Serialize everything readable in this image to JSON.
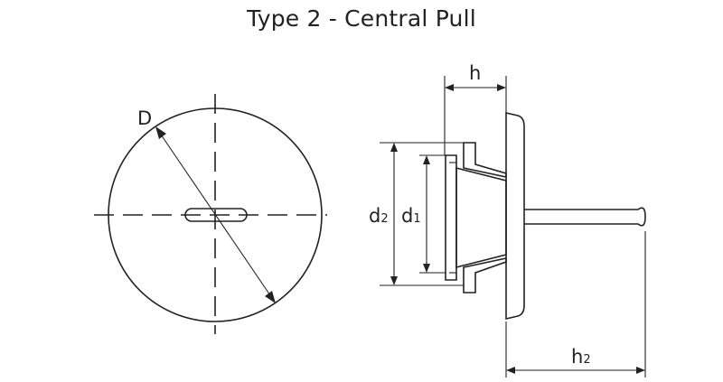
{
  "title": "Type 2 - Central Pull",
  "labels": {
    "diameter": "D",
    "height": "h",
    "outer_diameter": {
      "main": "d",
      "sub": "2"
    },
    "inner_diameter": {
      "main": "d",
      "sub": "1"
    },
    "pull_height": {
      "main": "h",
      "sub": "2"
    }
  }
}
